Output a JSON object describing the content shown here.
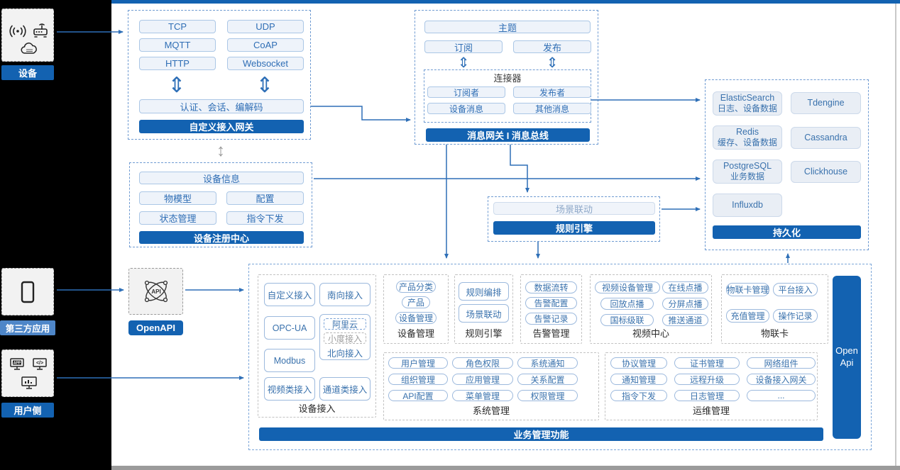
{
  "colors": {
    "accent_blue": "#1362b1",
    "arrow_blue": "#2e6fb7",
    "chip_text": "#2f6eb5",
    "light_label_blue": "#4e86c8"
  },
  "left_rail": {
    "device": {
      "label": "设备"
    },
    "third_party": {
      "label": "第三方应用"
    },
    "user_side": {
      "label": "用户侧"
    }
  },
  "gateway": {
    "title": "自定义接入网关",
    "protocols": [
      "TCP",
      "UDP",
      "MQTT",
      "CoAP",
      "HTTP",
      "Websocket"
    ],
    "auth": "认证、会话、编解码"
  },
  "registry": {
    "title": "设备注册中心",
    "info": "设备信息",
    "items": [
      "物模型",
      "配置",
      "状态管理",
      "指令下发"
    ]
  },
  "message_bus": {
    "title": "消息网关 I 消息总线",
    "topic": "主题",
    "subscribe": "订阅",
    "publish": "发布",
    "connector": {
      "title": "连接器",
      "items": [
        "订阅者",
        "发布者",
        "设备消息",
        "其他消息"
      ]
    }
  },
  "persistence": {
    "title": "持久化",
    "stores": [
      {
        "name": "ElasticSearch",
        "desc": "日志、设备数据"
      },
      {
        "name": "Tdengine",
        "desc": ""
      },
      {
        "name": "Redis",
        "desc": "缓存、设备数据"
      },
      {
        "name": "Cassandra",
        "desc": ""
      },
      {
        "name": "PostgreSQL",
        "desc": "业务数据"
      },
      {
        "name": "Clickhouse",
        "desc": ""
      },
      {
        "name": "Influxdb",
        "desc": ""
      }
    ]
  },
  "rule_engine_box": {
    "title": "规则引擎",
    "item": "场景联动"
  },
  "openapi": {
    "label": "OpenAPI"
  },
  "business": {
    "title": "业务管理功能",
    "open_api": {
      "line1": "Open",
      "line2": "Api"
    },
    "sections": {
      "device_access": {
        "label": "设备接入",
        "chips": [
          "自定义接入",
          "南向接入",
          "OPC-UA",
          "Modbus",
          "视频类接入",
          "通道类接入"
        ],
        "north": {
          "items": [
            "阿里云",
            "小度接入"
          ],
          "label": "北向接入"
        }
      },
      "device_mgmt": {
        "label": "设备管理",
        "chips": [
          "产品分类",
          "产品",
          "设备管理"
        ]
      },
      "rule": {
        "label": "规则引擎",
        "chips": [
          "规则编排",
          "场景联动"
        ]
      },
      "alarm": {
        "label": "告警管理",
        "chips": [
          "数据流转",
          "告警配置",
          "告警记录"
        ]
      },
      "video": {
        "label": "视频中心",
        "chips": [
          "视频设备管理",
          "在线点播",
          "回放点播",
          "分屏点播",
          "国标级联",
          "推送通道"
        ]
      },
      "iot_card": {
        "label": "物联卡",
        "chips": [
          "物联卡管理",
          "平台接入",
          "充值管理",
          "操作记录"
        ]
      },
      "system": {
        "label": "系统管理",
        "chips": [
          "用户管理",
          "角色权限",
          "系统通知",
          "组织管理",
          "应用管理",
          "关系配置",
          "API配置",
          "菜单管理",
          "权限管理"
        ]
      },
      "ops": {
        "label": "运维管理",
        "chips": [
          "协议管理",
          "证书管理",
          "网络组件",
          "通知管理",
          "远程升级",
          "设备接入网关",
          "指令下发",
          "日志管理",
          "..."
        ]
      }
    }
  }
}
